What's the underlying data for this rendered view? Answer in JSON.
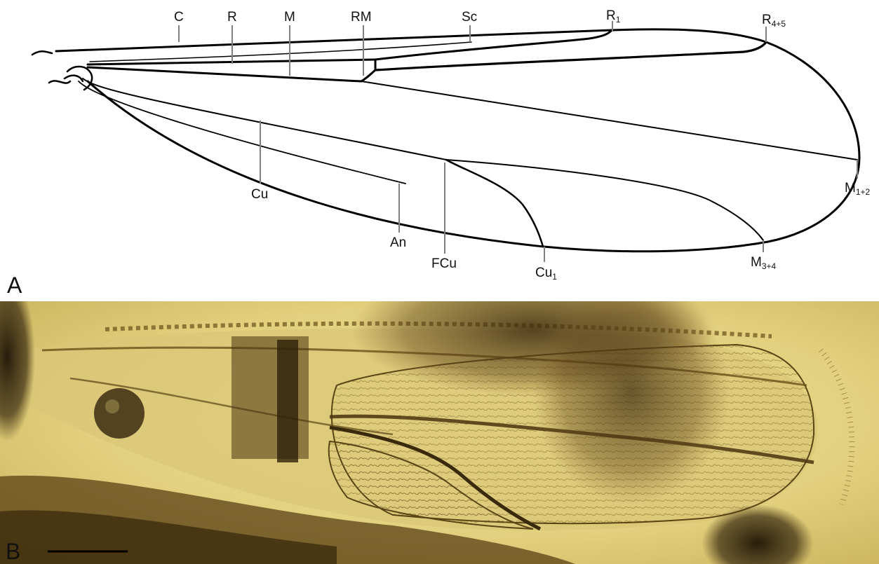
{
  "panel_a": {
    "label": "A",
    "veins": [
      {
        "id": "C",
        "text": "C",
        "sub": ""
      },
      {
        "id": "R",
        "text": "R",
        "sub": ""
      },
      {
        "id": "M",
        "text": "M",
        "sub": ""
      },
      {
        "id": "RM",
        "text": "RM",
        "sub": ""
      },
      {
        "id": "Sc",
        "text": "Sc",
        "sub": ""
      },
      {
        "id": "R1",
        "text": "R",
        "sub": "1"
      },
      {
        "id": "R4_5",
        "text": "R",
        "sub": "4+5"
      },
      {
        "id": "Cu",
        "text": "Cu",
        "sub": ""
      },
      {
        "id": "M1_2",
        "text": "M",
        "sub": "1+2"
      },
      {
        "id": "An",
        "text": "An",
        "sub": ""
      },
      {
        "id": "FCu",
        "text": "FCu",
        "sub": ""
      },
      {
        "id": "Cu1",
        "text": "Cu",
        "sub": "1"
      },
      {
        "id": "M3_4",
        "text": "M",
        "sub": "3+4"
      }
    ]
  },
  "panel_b": {
    "label": "B",
    "colors": {
      "background": "#e6d68a",
      "amber": "#c9ad5a",
      "dark": "#3a2a10",
      "wing_membrane": "#d8c478"
    }
  }
}
